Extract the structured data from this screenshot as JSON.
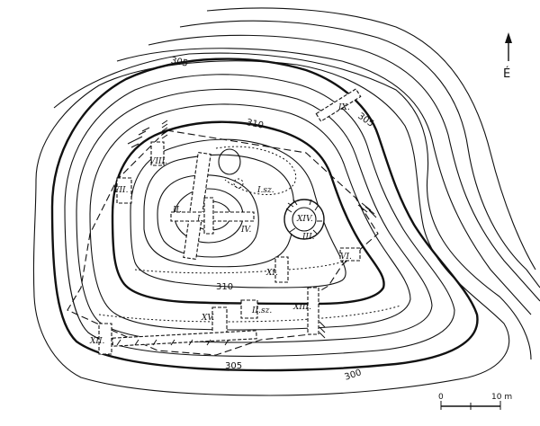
{
  "north_label": "É",
  "contour_labels": {
    "c305_top": "305",
    "c310_top": "310",
    "c305_right": "305",
    "c310_bottom": "310",
    "c305_bottom": "305",
    "c300_bottom": "300"
  },
  "trenches": {
    "t1": "I.",
    "t2": "II.",
    "t4": "IV.",
    "t6": "VI.",
    "t7": "VII.",
    "t8": "VIII.",
    "t9": "IX.",
    "t11": "XI.",
    "t12": "XII.",
    "t13": "XIII.",
    "t14": "XIV.",
    "t15": "XV.",
    "tI_sz": "I.sz.",
    "tII_sz": "II.sz.",
    "tIII": "III."
  },
  "scale": {
    "start": "0",
    "end": "10 m"
  }
}
